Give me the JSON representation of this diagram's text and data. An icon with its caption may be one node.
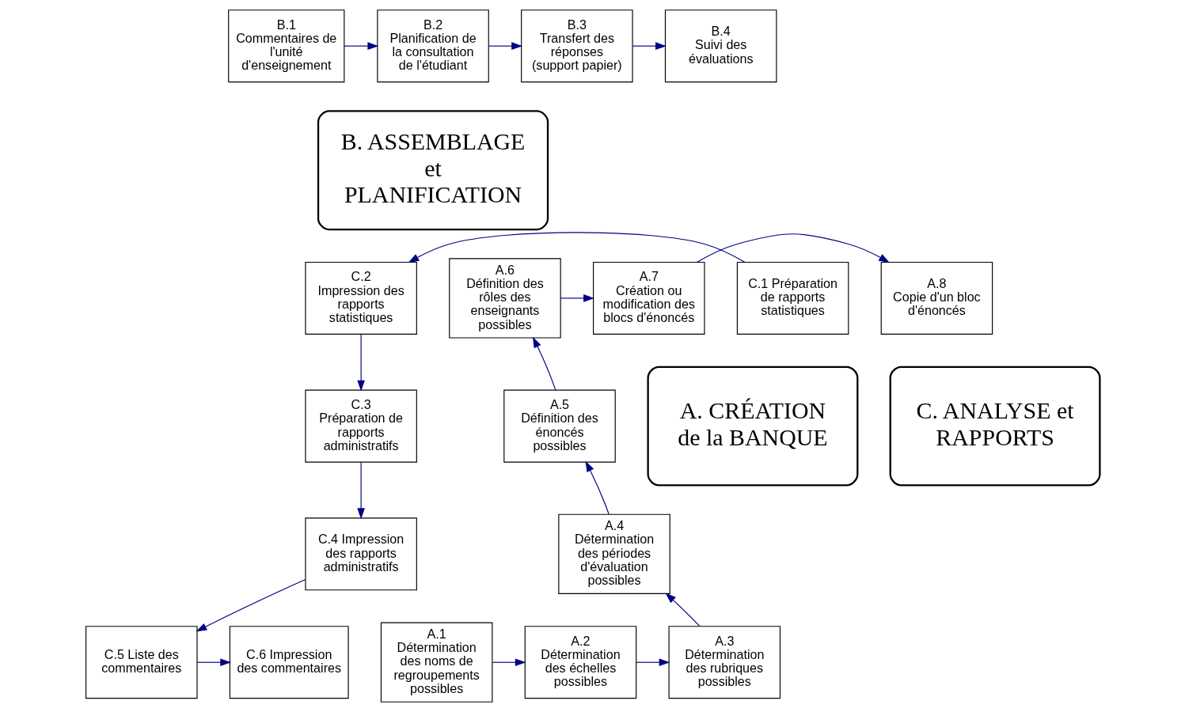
{
  "diagram": {
    "nodes": [
      {
        "text": [
          "B.2",
          "Planification de la consultation de l'étudiant"
        ]
      },
      {
        "text": [
          "B.3",
          "Transfert des réponses (support papier)"
        ]
      },
      {
        "text": [
          "B.1",
          "Commentaires de l'unité d'enseignement"
        ]
      },
      {
        "text": [
          "B.4",
          "Suivi des évaluations"
        ]
      },
      {
        "text": [
          "B. ASSEMBLAGE et PLANIFICATION"
        ]
      },
      {
        "text": [
          "A.6",
          "Définition des rôles des enseignants possibles"
        ]
      },
      {
        "text": [
          "A.7",
          "Création ou modification des blocs d'énoncés"
        ]
      },
      {
        "text": [
          "A.8",
          "Copie d'un bloc d'énoncés"
        ]
      },
      {
        "text": [
          "C.1 Préparation de rapports statistiques"
        ]
      },
      {
        "text": [
          "C.2",
          "Impression des rapports statistiques"
        ]
      },
      {
        "text": [
          "A.5",
          "Définition des énoncés possibles"
        ]
      },
      {
        "text": [
          "A. CRÉATION de la BANQUE"
        ]
      },
      {
        "text": [
          "C. ANALYSE et RAPPORTS"
        ]
      },
      {
        "text": [
          "C.3",
          "Préparation de rapports administratifs"
        ]
      },
      {
        "text": [
          "A.4",
          "Détermination des périodes d'évaluation possibles"
        ]
      },
      {
        "text": [
          "C.4 Impression des rapports administratifs"
        ]
      },
      {
        "text": [
          "A.3",
          "Détermination des rubriques possibles"
        ]
      },
      {
        "text": [
          "A.2",
          "Détermination des échelles possibles"
        ]
      },
      {
        "text": [
          "A.1",
          "Détermination des noms de regroupements possibles"
        ]
      },
      {
        "text": [
          "C.6 Impression des commentaires"
        ]
      },
      {
        "text": [
          "C.5 Liste des commentaires"
        ]
      }
    ],
    "edges": [
      {
        "from": 2,
        "to": 0,
        "arrow": "to"
      },
      {
        "from": 0,
        "to": 1,
        "arrow": "to"
      },
      {
        "from": 1,
        "to": 3,
        "arrow": "to"
      },
      {
        "from": 18,
        "to": 17,
        "arrow": "to"
      },
      {
        "from": 17,
        "to": 16,
        "arrow": "to"
      },
      {
        "from": 16,
        "to": 14,
        "arrow": "to"
      },
      {
        "from": 14,
        "to": 10,
        "arrow": "to"
      },
      {
        "from": 10,
        "to": 5,
        "arrow": "to"
      },
      {
        "from": 5,
        "to": 6,
        "arrow": "to"
      },
      {
        "from": 6,
        "to": 7,
        "arrow": "to"
      },
      {
        "from": 8,
        "to": 9,
        "arrow": "to"
      },
      {
        "from": 9,
        "to": 13,
        "arrow": "to"
      },
      {
        "from": 13,
        "to": 15,
        "arrow": "to"
      },
      {
        "from": 15,
        "to": 20,
        "arrow": "to"
      },
      {
        "from": 20,
        "to": 19,
        "arrow": "to"
      }
    ]
  }
}
